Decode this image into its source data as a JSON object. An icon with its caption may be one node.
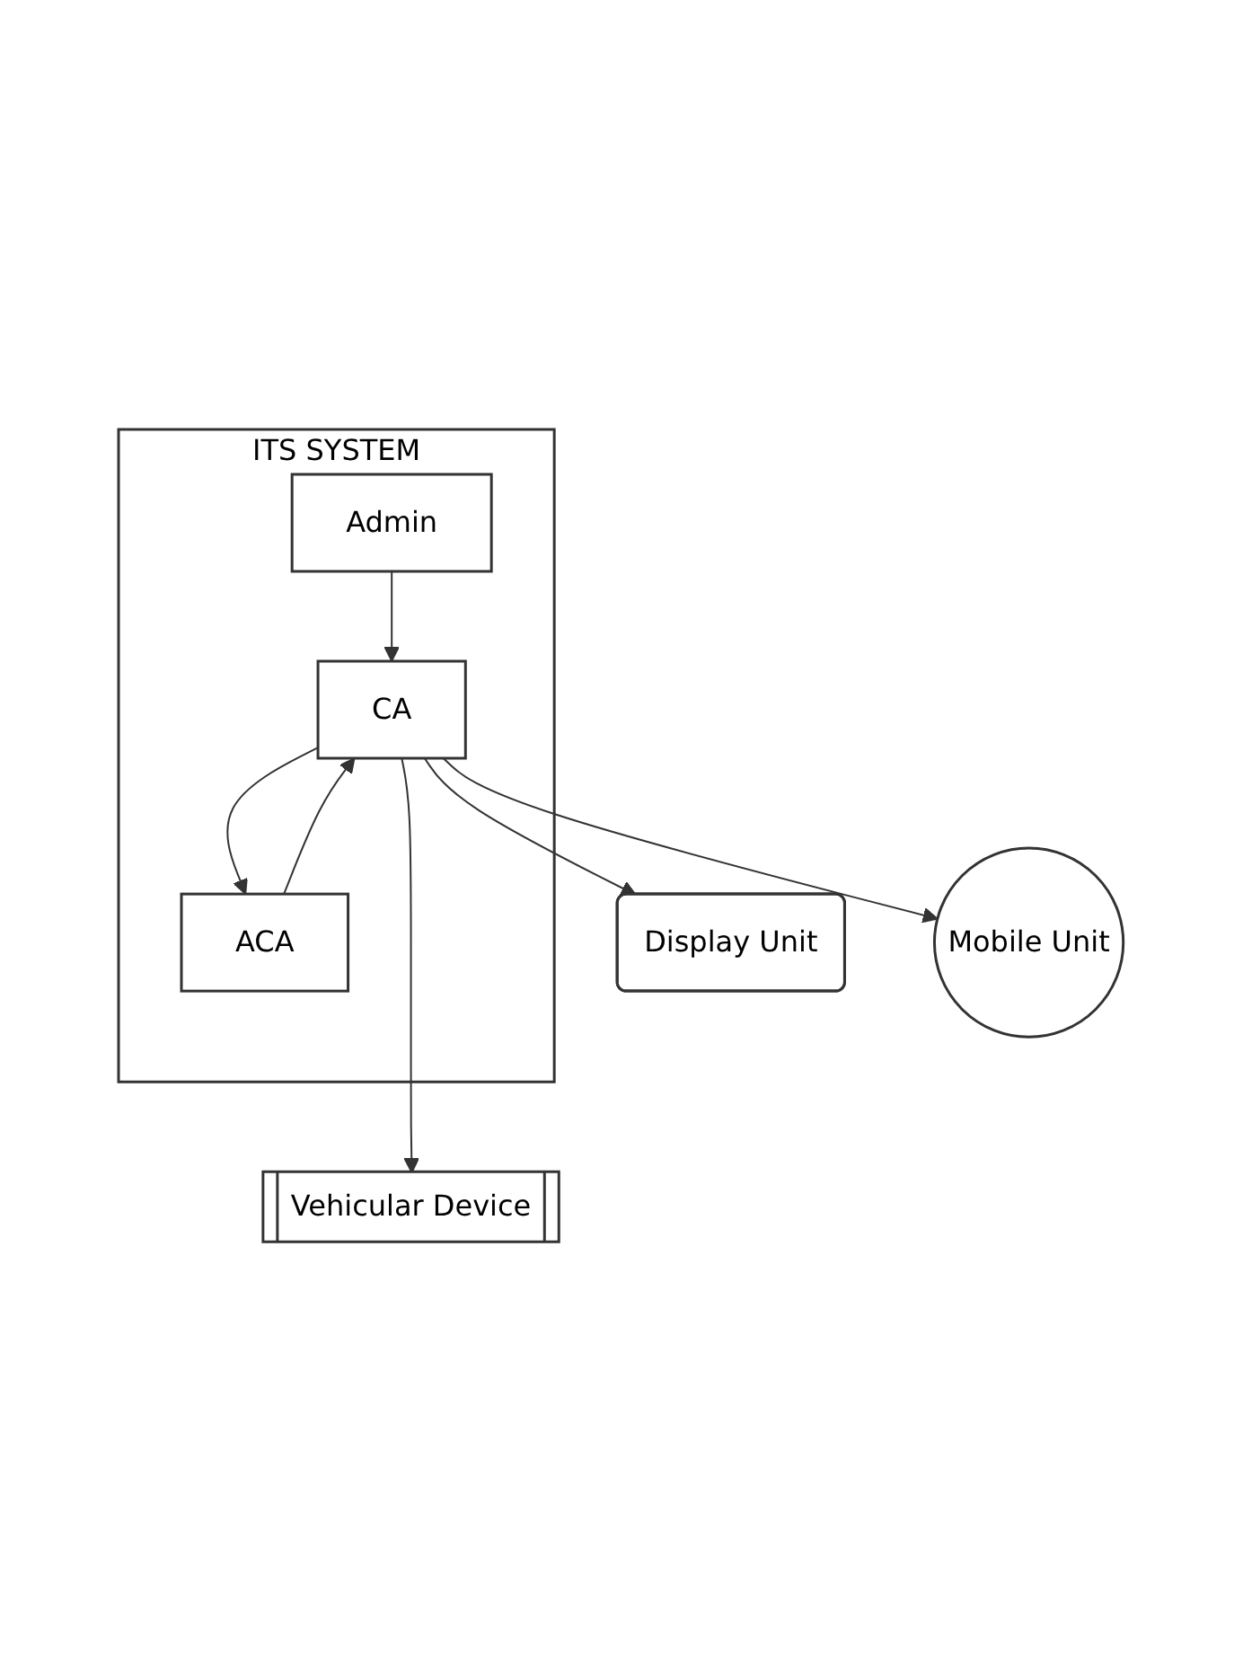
{
  "diagram": {
    "nodes": [
      {
        "text": [
          "ITS SYSTEM"
        ]
      },
      {
        "text": [
          "Admin"
        ],
        "in": 0
      },
      {
        "text": [
          "CA"
        ],
        "in": 0
      },
      {
        "text": [
          "ACA"
        ],
        "in": 0
      },
      {
        "text": [
          "Display Unit"
        ]
      },
      {
        "text": [
          "Mobile Unit"
        ]
      },
      {
        "text": [
          "Vehicular Device"
        ]
      }
    ],
    "edges": [
      {
        "from": 1,
        "to": 2,
        "arrow": "to"
      },
      {
        "from": 2,
        "to": 3,
        "arrow": "to"
      },
      {
        "from": 3,
        "to": 2,
        "arrow": "to"
      },
      {
        "from": 2,
        "to": 5,
        "arrow": "to"
      },
      {
        "from": 2,
        "to": 4,
        "arrow": "to"
      },
      {
        "from": 2,
        "to": 6,
        "arrow": "to"
      }
    ]
  }
}
